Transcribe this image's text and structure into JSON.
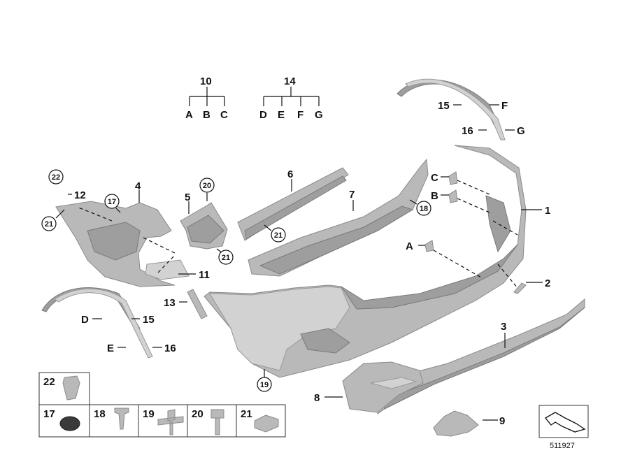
{
  "labels": {
    "p1": "1",
    "p2": "2",
    "p3": "3",
    "p4": "4",
    "p5": "5",
    "p6": "6",
    "p7": "7",
    "p8": "8",
    "p9": "9",
    "p10": "10",
    "p11": "11",
    "p12": "12",
    "p13": "13",
    "p14": "14",
    "p15a": "15",
    "p15b": "15",
    "p16a": "16",
    "p16b": "16",
    "A": "A",
    "B": "B",
    "C": "C",
    "t10A": "A",
    "t10B": "B",
    "t10C": "C",
    "t14D": "D",
    "t14E": "E",
    "t14F": "F",
    "t14G": "G",
    "F": "F",
    "G": "G",
    "D": "D",
    "E": "E"
  },
  "circled": {
    "c22": "22",
    "c17": "17",
    "c21a": "21",
    "c20": "20",
    "c21b": "21",
    "c21c": "21",
    "c18": "18",
    "c19": "19"
  },
  "legend": {
    "items": [
      "22",
      "17",
      "18",
      "19",
      "20",
      "21"
    ]
  },
  "reference_number": "511927"
}
